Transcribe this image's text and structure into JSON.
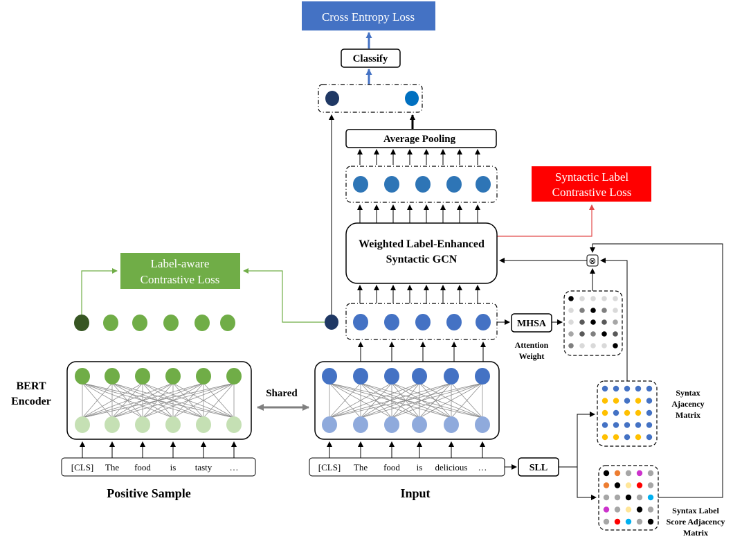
{
  "losses": {
    "cross_entropy": "Cross Entropy Loss",
    "syntactic_label_contrastive": [
      "Syntactic Label",
      "Contrastive Loss"
    ],
    "label_aware_contrastive": [
      "Label-aware",
      "Contrastive Loss"
    ]
  },
  "blocks": {
    "classify": "Classify",
    "average_pooling": "Average Pooling",
    "gcn": [
      "Weighted Label-Enhanced",
      "Syntactic GCN"
    ],
    "mhsa": "MHSA",
    "sll": "SLL",
    "attention_weight": [
      "Attention",
      "Weight"
    ],
    "syntax_adjacency": [
      "Syntax",
      "Ajacency",
      "Matrix"
    ],
    "syntax_label_score": [
      "Syntax Label",
      "Score Adjacency",
      "Matrix"
    ],
    "bert_encoder": [
      "BERT",
      "Encoder"
    ],
    "shared": "Shared",
    "positive_sample": "Positive Sample",
    "input": "Input",
    "otimes": "⊗"
  },
  "positive_tokens": [
    "[CLS]",
    "The",
    "food",
    "is",
    "tasty",
    "…"
  ],
  "input_tokens": [
    "[CLS]",
    "The",
    "food",
    "is",
    "delicious",
    "…"
  ],
  "colors": {
    "cross_entropy_bg": "#4472C4",
    "syntactic_loss_bg": "#FF0000",
    "label_aware_bg": "#70AD47",
    "red_line": "#E24A4A",
    "green_line": "#70AD47",
    "blue_arrow": "#4472C4",
    "node_dark": "#1F3864",
    "node_mid": "#2E75B6",
    "node_light": "#4472C4",
    "node_blue_light": "#8FAADC",
    "node_green": "#70AD47",
    "node_green_light": "#C5E0B4",
    "node_green_dark": "#375623",
    "node_cyan": "#0070C0",
    "shared_arrow": "#7F7F7F"
  },
  "attention_matrix": [
    [
      "#000000",
      "#D9D9D9",
      "#D9D9D9",
      "#D9D9D9",
      "#D9D9D9"
    ],
    [
      "#D9D9D9",
      "#7F7F7F",
      "#000000",
      "#7F7F7F",
      "#D9D9D9"
    ],
    [
      "#D9D9D9",
      "#595959",
      "#000000",
      "#595959",
      "#A6A6A6"
    ],
    [
      "#A6A6A6",
      "#595959",
      "#7F7F7F",
      "#000000",
      "#595959"
    ],
    [
      "#7F7F7F",
      "#D9D9D9",
      "#D9D9D9",
      "#D9D9D9",
      "#000000"
    ]
  ],
  "adjacency_matrix": [
    [
      "#4472C4",
      "#4472C4",
      "#4472C4",
      "#4472C4",
      "#4472C4"
    ],
    [
      "#FFC000",
      "#FFC000",
      "#4472C4",
      "#FFC000",
      "#4472C4"
    ],
    [
      "#FFC000",
      "#4472C4",
      "#FFC000",
      "#FFC000",
      "#4472C4"
    ],
    [
      "#4472C4",
      "#4472C4",
      "#4472C4",
      "#4472C4",
      "#4472C4"
    ],
    [
      "#FFC000",
      "#FFC000",
      "#4472C4",
      "#FFC000",
      "#4472C4"
    ]
  ],
  "label_score_matrix": [
    [
      "#000000",
      "#ED7D31",
      "#A6A6A6",
      "#CC33CC",
      "#A6A6A6"
    ],
    [
      "#ED7D31",
      "#000000",
      "#FFE699",
      "#FF0000",
      "#A6A6A6"
    ],
    [
      "#A6A6A6",
      "#A6A6A6",
      "#000000",
      "#A6A6A6",
      "#00B0F0"
    ],
    [
      "#CC33CC",
      "#A6A6A6",
      "#FFE699",
      "#000000",
      "#A6A6A6"
    ],
    [
      "#A6A6A6",
      "#FF0000",
      "#00B0F0",
      "#A6A6A6",
      "#000000"
    ]
  ]
}
